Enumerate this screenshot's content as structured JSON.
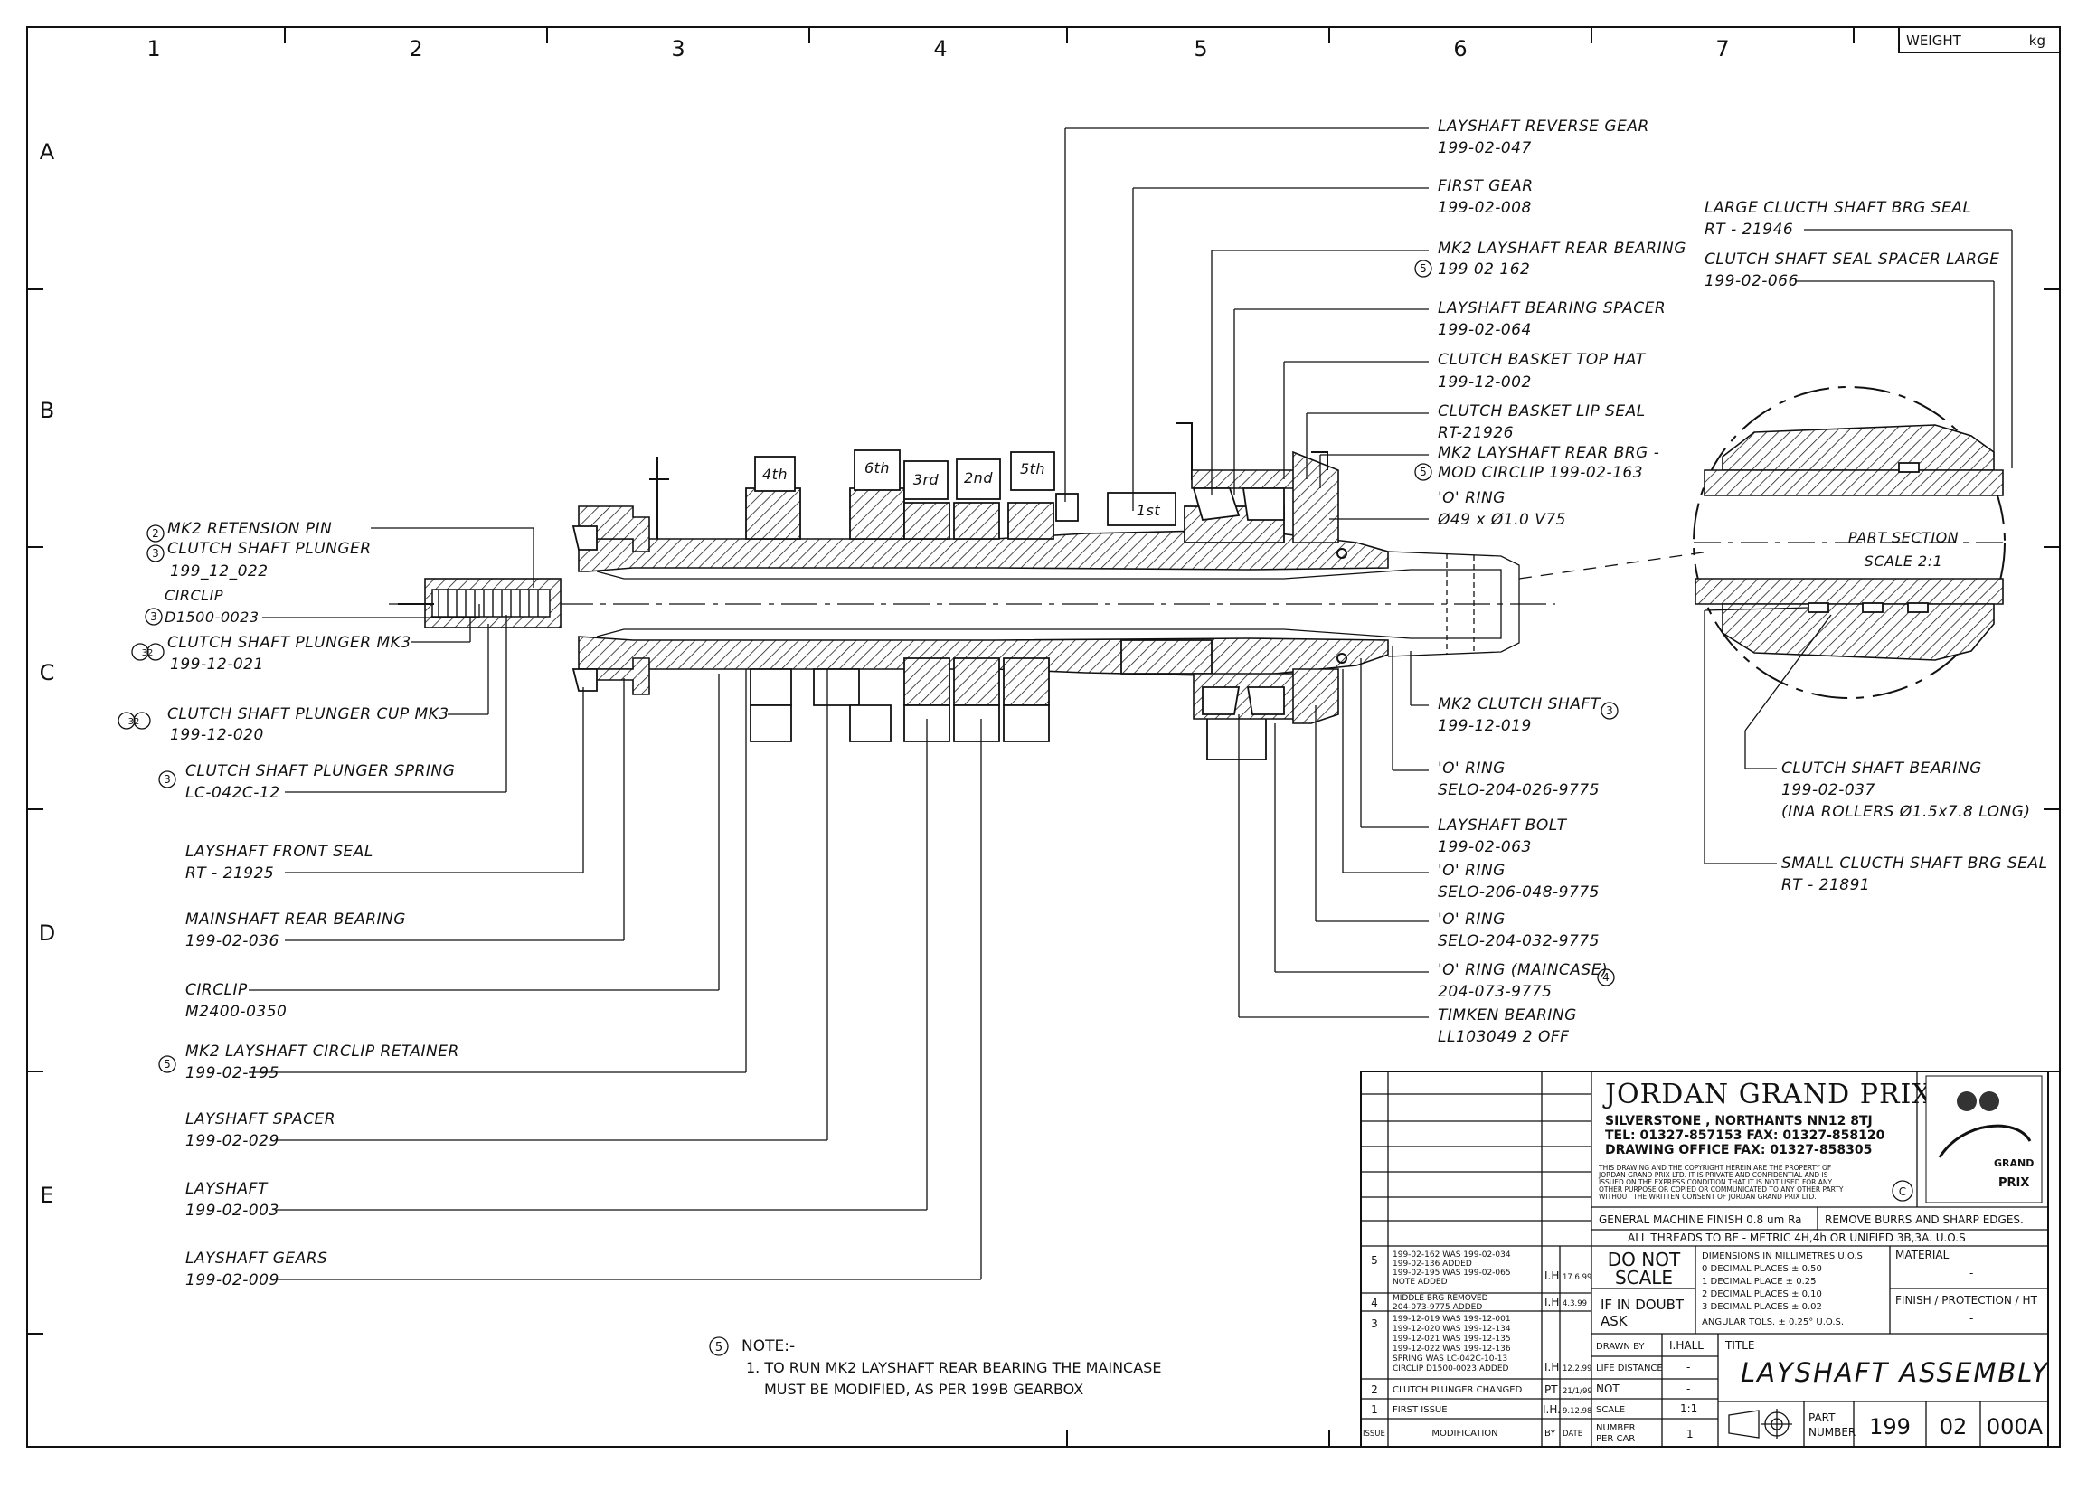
{
  "header": {
    "weight_label": "WEIGHT",
    "weight_unit": "kg"
  },
  "grid": {
    "columns": [
      "1",
      "2",
      "3",
      "4",
      "5",
      "6",
      "7"
    ],
    "rows": [
      "A",
      "B",
      "C",
      "D",
      "E"
    ]
  },
  "gear_labels": [
    "4th",
    "6th",
    "3rd",
    "2nd",
    "5th",
    "1st"
  ],
  "labels_left": [
    {
      "mark": "2",
      "name": "MK2 RETENSION PIN",
      "part": ""
    },
    {
      "mark": "3",
      "name": "CLUTCH SHAFT PLUNGER",
      "part": "199_12_022"
    },
    {
      "mark": "3",
      "name": "CIRCLIP",
      "part": "D1500-0023"
    },
    {
      "mark": "32",
      "name": "CLUTCH SHAFT PLUNGER MK3",
      "part": "199-12-021"
    },
    {
      "mark": "32",
      "name": "CLUTCH SHAFT PLUNGER CUP MK3",
      "part": "199-12-020"
    },
    {
      "mark": "3",
      "name": "CLUTCH SHAFT PLUNGER SPRING",
      "part": "LC-042C-12"
    },
    {
      "mark": "",
      "name": "LAYSHAFT FRONT SEAL",
      "part": "RT - 21925"
    },
    {
      "mark": "",
      "name": "MAINSHAFT REAR BEARING",
      "part": "199-02-036"
    },
    {
      "mark": "",
      "name": "CIRCLIP",
      "part": "M2400-0350"
    },
    {
      "mark": "5",
      "name": "MK2 LAYSHAFT CIRCLIP RETAINER",
      "part": "199-02-195"
    },
    {
      "mark": "",
      "name": "LAYSHAFT SPACER",
      "part": "199-02-029"
    },
    {
      "mark": "",
      "name": "LAYSHAFT",
      "part": "199-02-003"
    },
    {
      "mark": "",
      "name": "LAYSHAFT GEARS",
      "part": "199-02-009"
    }
  ],
  "labels_right": [
    {
      "mark": "",
      "name": "LAYSHAFT REVERSE GEAR",
      "part": "199-02-047"
    },
    {
      "mark": "",
      "name": "FIRST GEAR",
      "part": "199-02-008"
    },
    {
      "mark": "5",
      "name": "MK2 LAYSHAFT REAR BEARING",
      "part": "199 02 162"
    },
    {
      "mark": "",
      "name": "LAYSHAFT BEARING SPACER",
      "part": "199-02-064"
    },
    {
      "mark": "",
      "name": "CLUTCH BASKET TOP HAT",
      "part": "199-12-002"
    },
    {
      "mark": "",
      "name": "CLUTCH BASKET LIP SEAL",
      "part": "RT-21926"
    },
    {
      "mark": "5",
      "name": "MK2 LAYSHAFT REAR BRG -",
      "part": "MOD CIRCLIP 199-02-163"
    },
    {
      "mark": "",
      "name": "'O' RING",
      "part": "Ø49 x Ø1.0 V75"
    },
    {
      "mark": "3",
      "name": "MK2 CLUTCH SHAFT",
      "part": "199-12-019"
    },
    {
      "mark": "",
      "name": "'O' RING",
      "part": "SELO-204-026-9775"
    },
    {
      "mark": "",
      "name": "LAYSHAFT BOLT",
      "part": "199-02-063"
    },
    {
      "mark": "",
      "name": "'O' RING",
      "part": "SELO-206-048-9775"
    },
    {
      "mark": "",
      "name": "'O' RING",
      "part": "SELO-204-032-9775"
    },
    {
      "mark": "4",
      "name": "'O' RING (MAINCASE)",
      "part": "204-073-9775"
    },
    {
      "mark": "",
      "name": "TIMKEN BEARING",
      "part": "LL103049 2 OFF"
    }
  ],
  "labels_section": [
    {
      "name": "LARGE CLUCTH SHAFT BRG SEAL",
      "part": "RT - 21946"
    },
    {
      "name": "CLUTCH SHAFT SEAL SPACER LARGE",
      "part": "199-02-066"
    },
    {
      "name": "CLUTCH SHAFT BEARING",
      "part": "199-02-037",
      "extra": "(INA ROLLERS Ø1.5x7.8 LONG)"
    },
    {
      "name": "SMALL CLUCTH SHAFT BRG SEAL",
      "part": "RT - 21891"
    }
  ],
  "part_section": {
    "title": "PART SECTION",
    "scale": "SCALE 2:1"
  },
  "note": {
    "mark": "5",
    "heading": "NOTE:-",
    "line1": "1. TO RUN MK2 LAYSHAFT REAR BEARING THE MAINCASE",
    "line2": "MUST BE MODIFIED, AS PER 199B GEARBOX"
  },
  "title_block": {
    "company": "JORDAN GRAND PRIX",
    "address": "SILVERSTONE , NORTHANTS   NN12 8TJ",
    "tel": "TEL: 01327-857153   FAX: 01327-858120",
    "drawing_office": "DRAWING OFFICE FAX: 01327-858305",
    "copyright_1": "THIS DRAWING AND THE COPYRIGHT HEREIN ARE THE PROPERTY OF",
    "copyright_2": "JORDAN GRAND PRIX LTD.  IT IS PRIVATE AND CONFIDENTIAL AND IS",
    "copyright_3": "ISSUED ON THE EXPRESS CONDITION THAT IT IS NOT USED FOR ANY",
    "copyright_4": "OTHER PURPOSE OR COPIED OR COMMUNICATED TO ANY OTHER PARTY",
    "copyright_5": "WITHOUT THE WRITTEN CONSENT OF JORDAN GRAND PRIX LTD.",
    "copyright_symbol": "C",
    "logo_text_1": "GRAND",
    "logo_text_2": "PRIX",
    "finish": "GENERAL MACHINE FINISH 0.8 um Ra",
    "burrs": "REMOVE BURRS AND SHARP EDGES.",
    "threads": "ALL THREADS TO BE - METRIC 4H,4h OR UNIFIED 3B,3A. U.O.S",
    "do_not_scale_1": "DO NOT",
    "do_not_scale_2": "SCALE",
    "if_in_doubt_1": "IF IN DOUBT",
    "if_in_doubt_2": "ASK",
    "dims_1": "DIMENSIONS IN MILLIMETRES U.O.S",
    "dims_2": "0 DECIMAL PLACES  ±  0.50",
    "dims_3": "1 DECIMAL PLACE  ±  0.25",
    "dims_4": "2 DECIMAL PLACES  ±  0.10",
    "dims_5": "3 DECIMAL PLACES  ±  0.02",
    "dims_6": "ANGULAR TOLS. ± 0.25° U.O.S.",
    "material_label": "MATERIAL",
    "material_value": "-",
    "finish_label": "FINISH / PROTECTION / HT",
    "finish_value": "-",
    "drawn_by_label": "DRAWN BY",
    "drawn_by_value": "I.HALL",
    "title_label": "TITLE",
    "title": "LAYSHAFT ASSEMBLY",
    "life_distance_label": "LIFE DISTANCE",
    "life_distance_value": "-",
    "not_label": "NOT",
    "not_value": "-",
    "scale_label": "SCALE",
    "scale_value": "1:1",
    "number_per_car_label_1": "NUMBER",
    "number_per_car_label_2": "PER CAR",
    "number_per_car_value": "1",
    "part_number_label_1": "PART",
    "part_number_label_2": "NUMBER",
    "part_number": [
      "199",
      "02",
      "000A"
    ],
    "issue_header": "ISSUE",
    "modification_header": "MODIFICATION",
    "by_header": "BY",
    "date_header": "DATE",
    "revisions": [
      {
        "issue": "5",
        "lines": [
          "199-02-162 WAS 199-02-034",
          "199-02-136 ADDED",
          "199-02-195 WAS 199-02-065",
          "NOTE ADDED"
        ],
        "by": "I.H",
        "date": "17.6.99"
      },
      {
        "issue": "4",
        "lines": [
          "MIDDLE BRG REMOVED",
          "204-073-9775 ADDED"
        ],
        "by": "I.H",
        "date": "4.3.99"
      },
      {
        "issue": "3",
        "lines": [
          "199-12-019 WAS 199-12-001",
          "199-12-020 WAS 199-12-134",
          "199-12-021 WAS 199-12-135",
          "199-12-022 WAS 199-12-136",
          "SPRING WAS LC-042C-10-13",
          "CIRCLIP D1500-0023 ADDED"
        ],
        "by": "I.H",
        "date": "12.2.99"
      },
      {
        "issue": "2",
        "lines": [
          "CLUTCH PLUNGER CHANGED"
        ],
        "by": "PT",
        "date": "21/1/99"
      },
      {
        "issue": "1",
        "lines": [
          "FIRST ISSUE"
        ],
        "by": "I.H.",
        "date": "9.12.98"
      }
    ]
  }
}
